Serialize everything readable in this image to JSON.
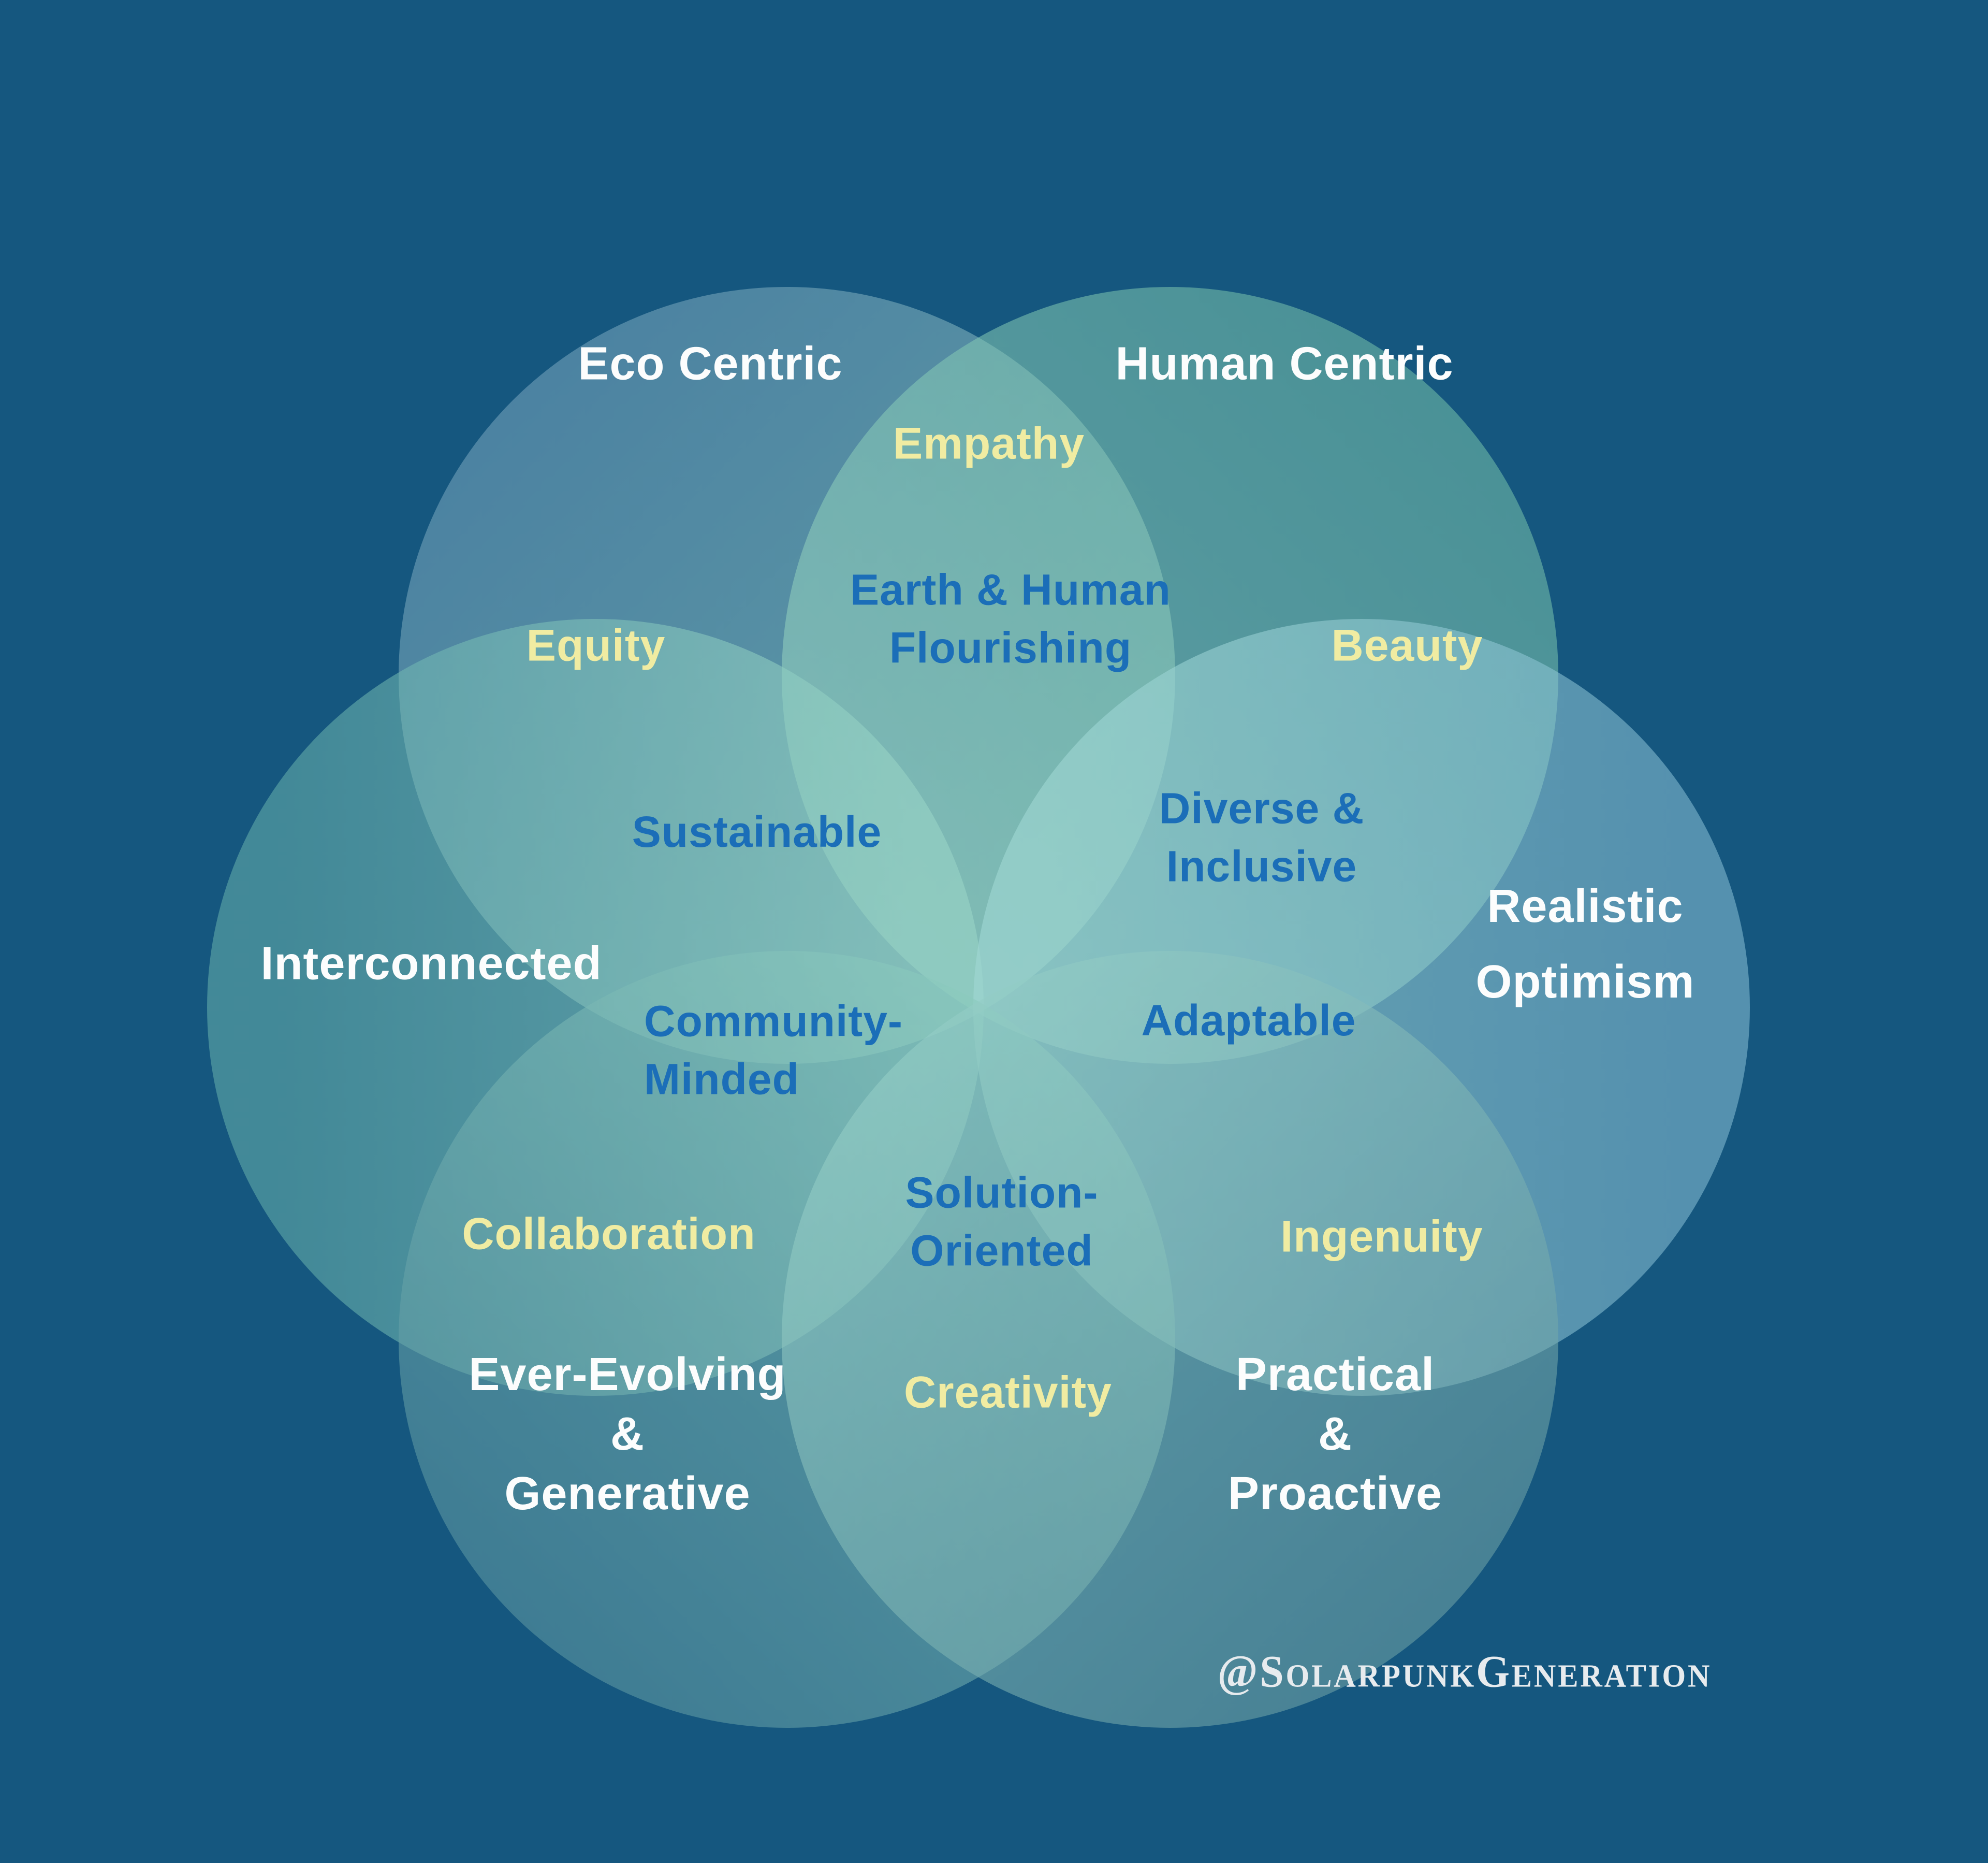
{
  "page": {
    "background_color": "#15577F",
    "attribution": "@SolarpunkGeneration"
  },
  "colors": {
    "label_white": "#FCFDFD",
    "label_yellow": "#F0ECA2",
    "label_blue": "#1B6EB8",
    "circle_top_left": "#4F86A5",
    "circle_top_right": "#4F9697",
    "circle_left": "#48909A",
    "circle_right": "#5793B1",
    "circle_bottom_left": "#3F7E96",
    "circle_bottom_right": "#498294",
    "center_overlap": "#93CFBD"
  },
  "circles": [
    {
      "name": "eco-centric",
      "label": "Eco Centric"
    },
    {
      "name": "human-centric",
      "label": "Human Centric"
    },
    {
      "name": "interconnected",
      "label": "Interconnected"
    },
    {
      "name": "realistic-optimism",
      "label": "Realistic\nOptimism"
    },
    {
      "name": "ever-evolving-generative",
      "label": "Ever-Evolving\n&\nGenerative"
    },
    {
      "name": "practical-proactive",
      "label": "Practical\n&\nProactive"
    }
  ],
  "shared_values": [
    {
      "name": "empathy",
      "label": "Empathy",
      "between": [
        "Eco Centric",
        "Human Centric"
      ]
    },
    {
      "name": "equity",
      "label": "Equity",
      "between": [
        "Eco Centric",
        "Interconnected"
      ]
    },
    {
      "name": "beauty",
      "label": "Beauty",
      "between": [
        "Human Centric",
        "Realistic Optimism"
      ]
    },
    {
      "name": "collaboration",
      "label": "Collaboration",
      "between": [
        "Interconnected",
        "Ever-Evolving & Generative"
      ]
    },
    {
      "name": "ingenuity",
      "label": "Ingenuity",
      "between": [
        "Realistic Optimism",
        "Practical & Proactive"
      ]
    },
    {
      "name": "creativity",
      "label": "Creativity",
      "between": [
        "Ever-Evolving & Generative",
        "Practical & Proactive"
      ]
    }
  ],
  "core_values": [
    {
      "name": "earth-human-flourishing",
      "label": "Earth & Human\nFlourishing"
    },
    {
      "name": "sustainable",
      "label": "Sustainable"
    },
    {
      "name": "diverse-inclusive",
      "label": "Diverse &\nInclusive"
    },
    {
      "name": "community-minded",
      "label": "Community-\nMinded"
    },
    {
      "name": "adaptable",
      "label": "Adaptable"
    },
    {
      "name": "solution-oriented",
      "label": "Solution-\nOriented"
    }
  ]
}
